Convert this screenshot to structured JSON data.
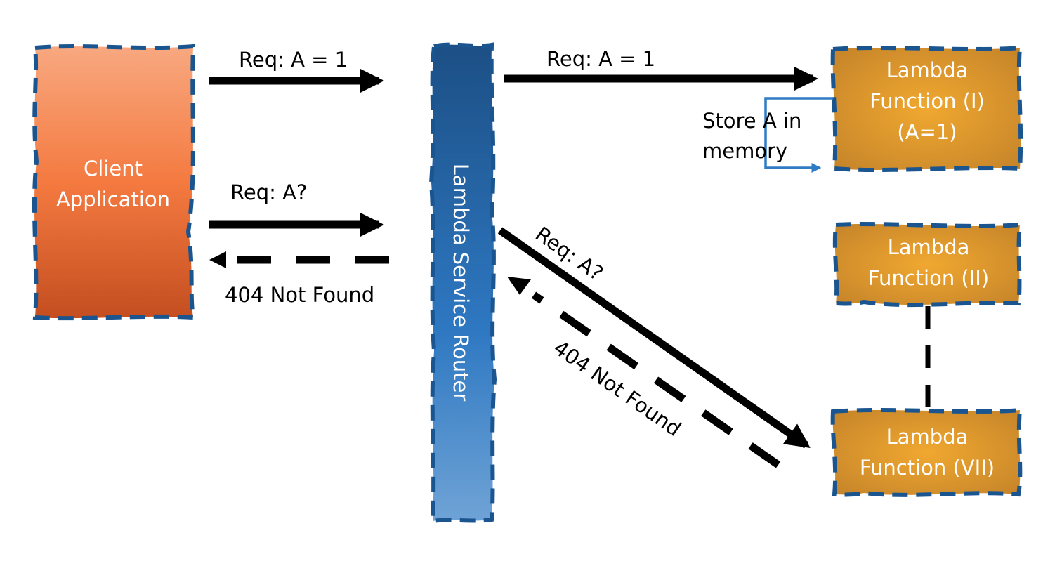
{
  "nodes": {
    "client": {
      "lines": [
        "Client",
        "Application"
      ]
    },
    "router": {
      "label": "Lambda Service Router"
    },
    "fn1": {
      "lines": [
        "Lambda",
        "Function (I)",
        "(A=1)"
      ]
    },
    "fn2": {
      "lines": [
        "Lambda",
        "Function (II)"
      ]
    },
    "fn7": {
      "lines": [
        "Lambda",
        "Function (VII)"
      ]
    }
  },
  "edges": {
    "client_to_router_set": {
      "label": "Req: A = 1"
    },
    "router_to_fn1_set": {
      "label": "Req: A = 1"
    },
    "fn1_self_store": {
      "label_lines": [
        "Store A in",
        "memory"
      ]
    },
    "client_to_router_get": {
      "label": "Req: A?"
    },
    "router_to_client_404": {
      "label": "404 Not Found"
    },
    "router_to_fn7_get": {
      "label": "Req: A?"
    },
    "fn7_to_router_404": {
      "label": "404 Not Found"
    }
  },
  "colors": {
    "client_top": "#f8a880",
    "client_mid": "#f47a40",
    "client_bottom": "#c44e20",
    "router_top": "#1c4f85",
    "router_mid": "#2e78c2",
    "router_bottom": "#6fa3d6",
    "lambda_center": "#f0a830",
    "lambda_edge": "#c8862a",
    "border_dash": "#1b5590",
    "self_loop": "#2f7cc4",
    "arrow": "#000000"
  }
}
